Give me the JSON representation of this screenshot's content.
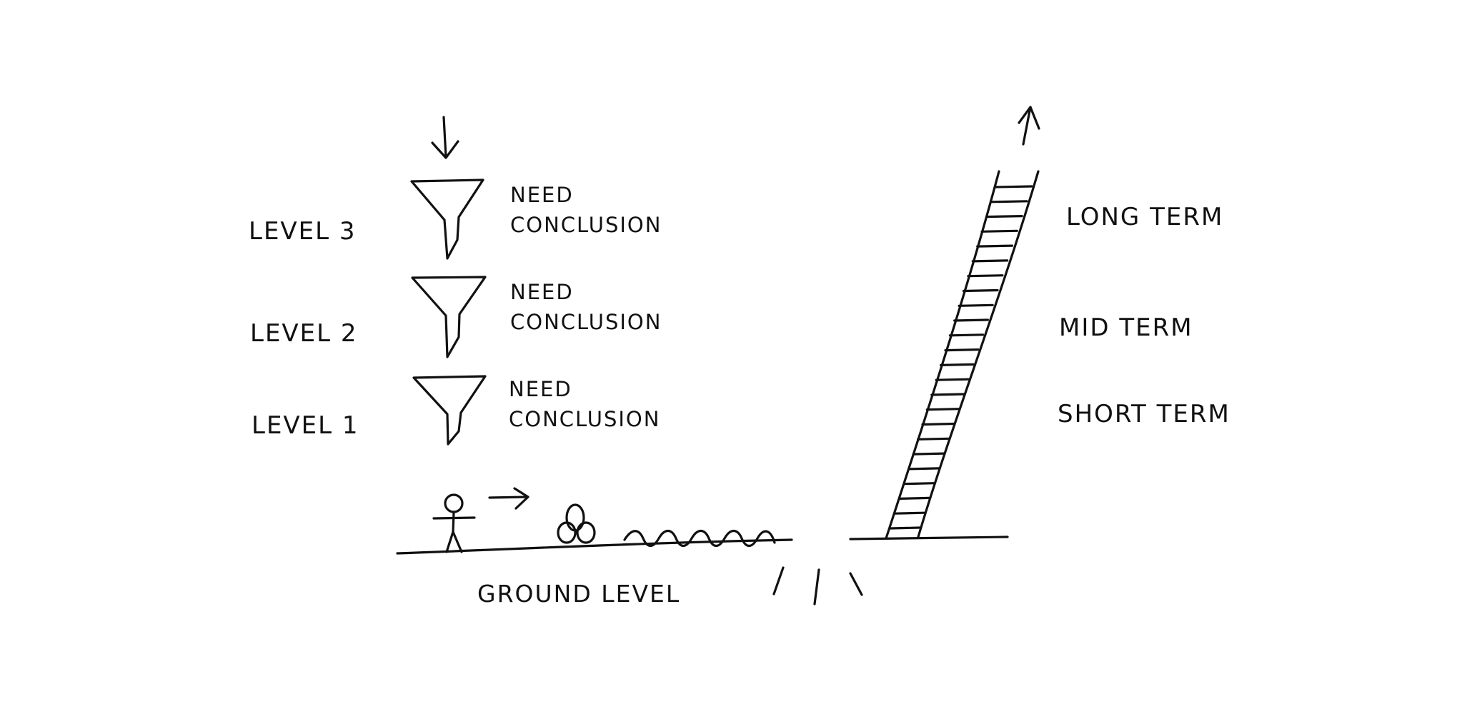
{
  "levels": [
    {
      "label": "LEVEL 3",
      "need": "NEED",
      "conclusion": "CONCLUSION"
    },
    {
      "label": "LEVEL 2",
      "need": "NEED",
      "conclusion": "CONCLUSION"
    },
    {
      "label": "LEVEL 1",
      "need": "NEED",
      "conclusion": "CONCLUSION"
    }
  ],
  "ground_label": "GROUND LEVEL",
  "terms": {
    "long": "LONG TERM",
    "mid": "MID TERM",
    "short": "SHORT TERM"
  },
  "colors": {
    "ink": "#111111",
    "background": "#ffffff"
  },
  "icons": [
    "down-arrow-icon",
    "funnel-icon",
    "stick-figure-icon",
    "right-arrow-icon",
    "stones-icon",
    "wavy-line-icon",
    "ladder-icon",
    "up-arrow-icon"
  ]
}
